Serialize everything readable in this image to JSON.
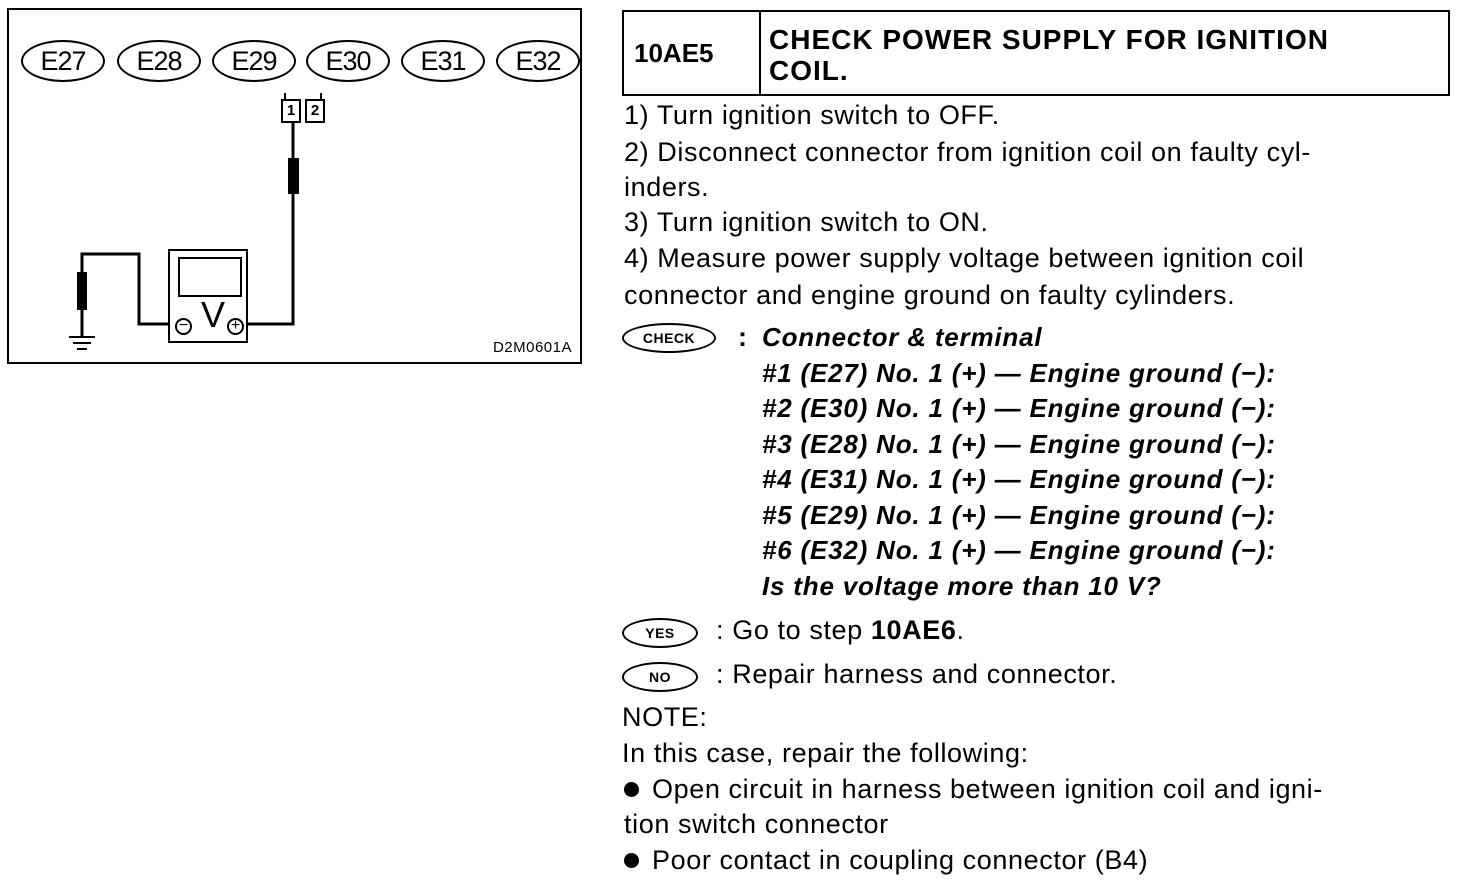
{
  "figure": {
    "connectors": [
      "E27",
      "E28",
      "E29",
      "E30",
      "E31",
      "E32"
    ],
    "pins": [
      "1",
      "2"
    ],
    "meter_symbol": "V",
    "meter_minus": "−",
    "meter_plus": "+",
    "code": "D2M0601A"
  },
  "step": {
    "code": "10AE5",
    "title_line1": "CHECK POWER SUPPLY FOR IGNITION",
    "title_line2": "COIL."
  },
  "instructions": [
    "1) Turn ignition switch to OFF.",
    "2) Disconnect connector from ignition coil on faulty cyl-",
    "inders.",
    "3) Turn ignition switch to ON.",
    "4) Measure power supply voltage between ignition coil",
    "connector and engine ground on faulty cylinders."
  ],
  "check": {
    "badge": "CHECK",
    "colon": ":",
    "heading": "Connector & terminal",
    "lines": [
      "#1 (E27) No. 1 (+) — Engine ground (−):",
      "#2 (E30) No. 1 (+) — Engine ground (−):",
      "#3 (E28) No. 1 (+) — Engine ground (−):",
      "#4 (E31) No. 1 (+) — Engine ground (−):",
      "#5 (E29) No. 1 (+) — Engine ground (−):",
      "#6 (E32) No. 1 (+) — Engine ground (−):"
    ],
    "question": "Is the voltage more than 10 V?"
  },
  "yes": {
    "badge": "YES",
    "colon": ":",
    "text": "Go to step ",
    "step": "10AE6",
    "end": "."
  },
  "no": {
    "badge": "NO",
    "colon": ":",
    "text": "Repair harness and connector."
  },
  "note": {
    "label": "NOTE:",
    "intro": "In this case, repair the following:",
    "bullet1_line1": "Open circuit in harness between ignition coil and igni-",
    "bullet1_line2": "tion switch connector",
    "bullet2": "Poor contact in coupling connector (B4)"
  }
}
